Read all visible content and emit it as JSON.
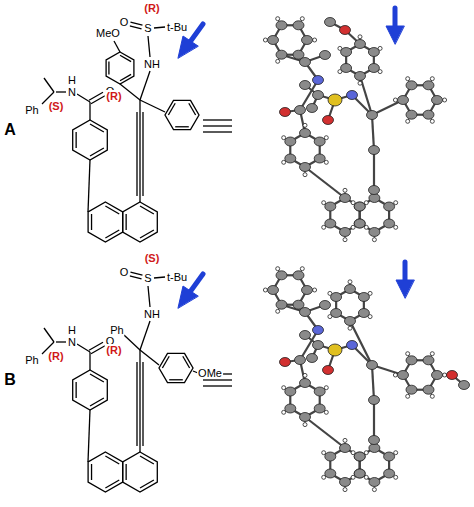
{
  "diagram": {
    "labels": [
      "A",
      "(S)",
      "H",
      "N",
      "O",
      "Ph",
      "MeO",
      "(R)",
      "O",
      "S",
      "t-Bu",
      "NH",
      "(R)",
      "B",
      "(R)",
      "H",
      "N",
      "O",
      "Ph",
      "(S)",
      "O",
      "S",
      "t-Bu",
      "Ph",
      "NH",
      "(R)",
      "OMe"
    ]
  }
}
